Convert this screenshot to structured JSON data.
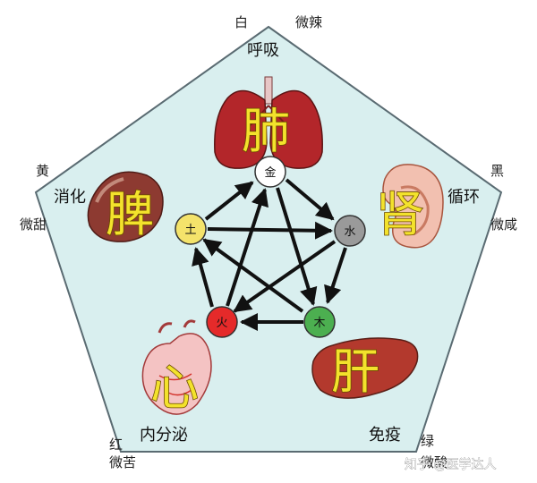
{
  "colors": {
    "pentagon_fill": "#d9efef",
    "pentagon_stroke": "#5a6b72",
    "arrow": "#111111",
    "organ_text": "#f3e22c",
    "metal": "#ffffff",
    "water": "#9a9a9a",
    "wood": "#4caf50",
    "fire": "#e52a2a",
    "earth": "#f4e36b"
  },
  "vertices": {
    "top": {
      "color": "白",
      "taste": "微辣",
      "function": "呼吸"
    },
    "right": {
      "color": "黑",
      "taste": "微咸",
      "function": "循环"
    },
    "bottom_right": {
      "color": "绿",
      "taste": "微酸",
      "function": "免疫"
    },
    "bottom_left": {
      "color": "红",
      "taste": "微苦",
      "function": "内分泌"
    },
    "left": {
      "color": "黄",
      "taste": "微甜",
      "function": "消化"
    }
  },
  "organs": {
    "lung": {
      "label": "肺",
      "icon": "lung-icon"
    },
    "kidney": {
      "label": "肾",
      "icon": "kidney-icon"
    },
    "liver": {
      "label": "肝",
      "icon": "liver-icon"
    },
    "heart": {
      "label": "心",
      "icon": "heart-icon"
    },
    "spleen": {
      "label": "脾",
      "icon": "spleen-icon"
    }
  },
  "elements": {
    "metal": "金",
    "water": "水",
    "wood": "木",
    "fire": "火",
    "earth": "土"
  },
  "watermark": "知乎 @医学达人"
}
